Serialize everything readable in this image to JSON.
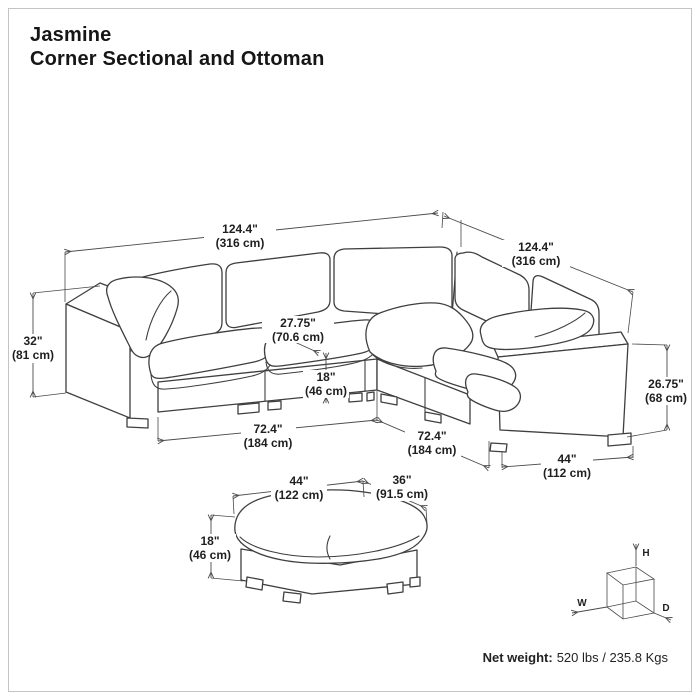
{
  "header": {
    "title_line1": "Jasmine",
    "title_line2": "Corner Sectional and Ottoman"
  },
  "sectional": {
    "back_width_left": {
      "inches": "124.4\"",
      "cm": "(316 cm)"
    },
    "back_width_right": {
      "inches": "124.4\"",
      "cm": "(316 cm)"
    },
    "overall_height": {
      "inches": "32\"",
      "cm": "(81 cm)"
    },
    "seat_depth": {
      "inches": "27.75\"",
      "cm": "(70.6 cm)"
    },
    "seat_height": {
      "inches": "18\"",
      "cm": "(46 cm)"
    },
    "left_run_length": {
      "inches": "72.4\"",
      "cm": "(184 cm)"
    },
    "right_run_length": {
      "inches": "72.4\"",
      "cm": "(184 cm)"
    },
    "arm_height": {
      "inches": "26.75\"",
      "cm": "(68 cm)"
    },
    "arm_module_width": {
      "inches": "44\"",
      "cm": "(112 cm)"
    }
  },
  "ottoman": {
    "width": {
      "inches": "44\"",
      "cm": "(122 cm)"
    },
    "depth": {
      "inches": "36\"",
      "cm": "(91.5 cm)"
    },
    "height": {
      "inches": "18\"",
      "cm": "(46 cm)"
    }
  },
  "axis_cube": {
    "height_label": "H",
    "width_label": "W",
    "depth_label": "D"
  },
  "footer": {
    "net_weight_label": "Net weight:",
    "net_weight_value": "520 lbs / 235.8 Kgs"
  },
  "colors": {
    "drawing_line": "#3f3f3f",
    "dimension_line": "#4a4a4a",
    "text": "#1f1f1f",
    "frame_border": "#c4c4c4",
    "background": "#ffffff"
  }
}
